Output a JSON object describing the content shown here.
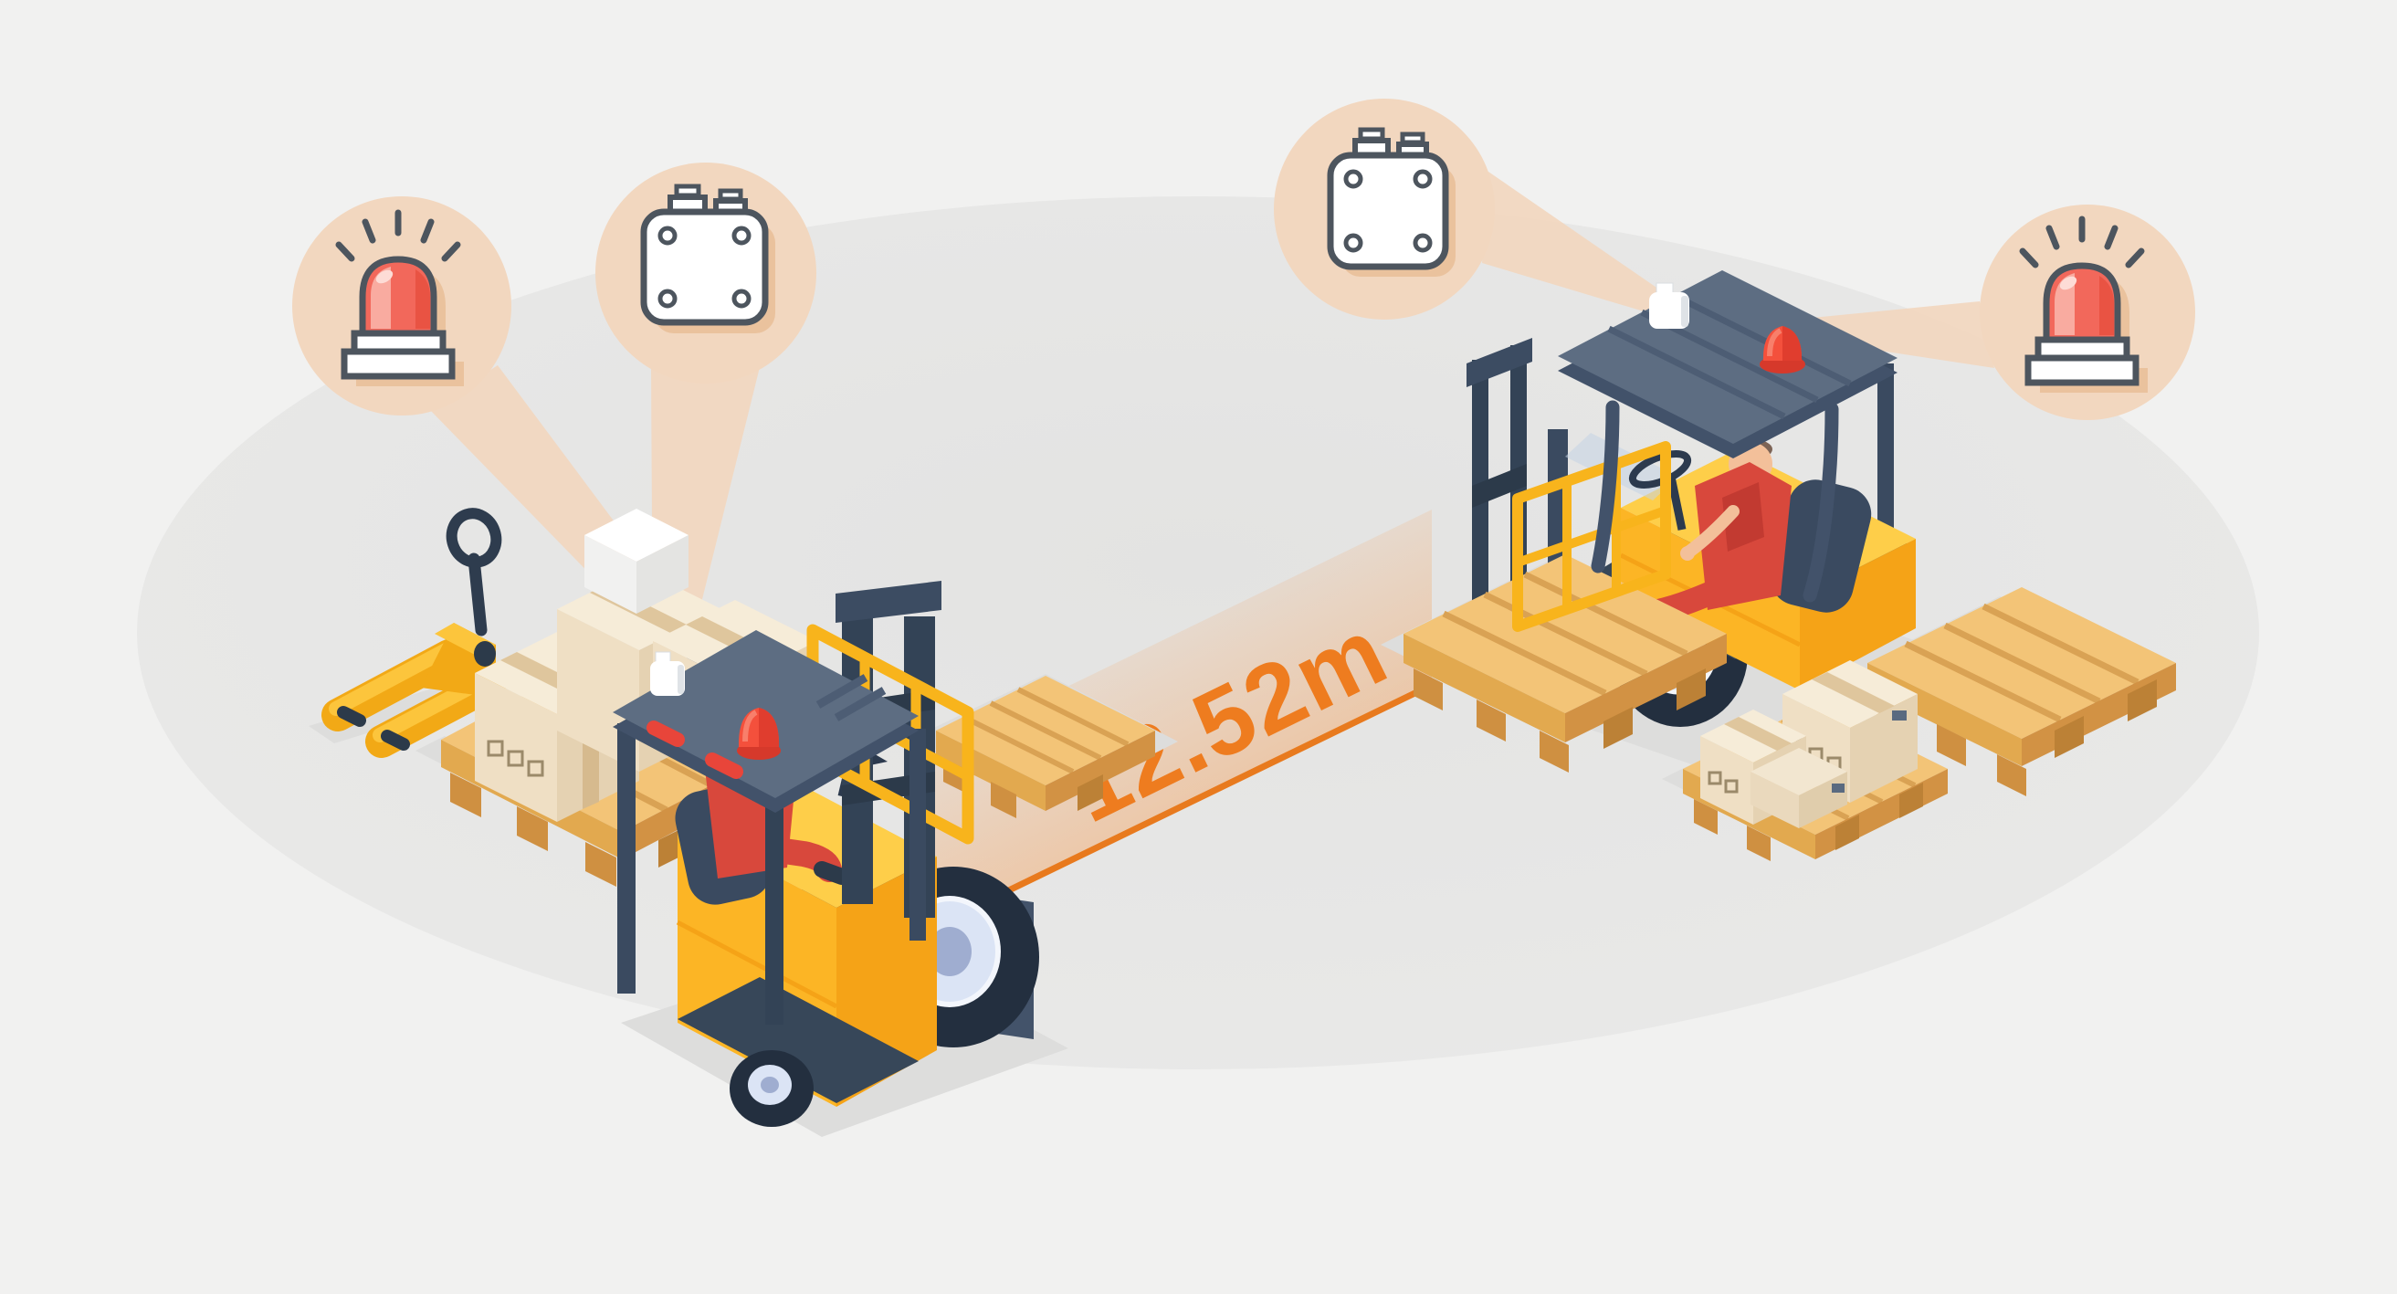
{
  "measurement": {
    "distance_label": "12.52m",
    "line_color": "#e87a1e",
    "label_color": "#ee7c1f"
  },
  "callouts": {
    "left_siren": {
      "icon": "warning-siren-icon"
    },
    "left_sensor": {
      "icon": "distance-sensor-icon"
    },
    "right_sensor": {
      "icon": "distance-sensor-icon"
    },
    "right_siren": {
      "icon": "warning-siren-icon"
    }
  },
  "colors": {
    "background": "#f1f1f0",
    "floor": "#e6e6e5",
    "callout_bubble": "#f2d7bf",
    "accent_orange": "#ee7c1f",
    "forklift_yellow": "#fcb525",
    "forklift_frame": "#5d6d82",
    "forklift_dark": "#374759",
    "pallet_wood": "#f3c477",
    "box_cardboard": "#efdfc4",
    "siren_red": "#f2685b",
    "beacon_red": "#f4503c",
    "sensor_white": "#ffffff",
    "driver_red": "#d8483c"
  },
  "scene_objects": [
    {
      "name": "hand-pallet-jack"
    },
    {
      "name": "pallet-with-boxes-left"
    },
    {
      "name": "forklift-left"
    },
    {
      "name": "pallet-on-forks-left"
    },
    {
      "name": "forklift-right"
    },
    {
      "name": "loaded-pallet-under-forks-right"
    },
    {
      "name": "empty-pallet-right"
    },
    {
      "name": "pallet-with-boxes-right"
    }
  ]
}
